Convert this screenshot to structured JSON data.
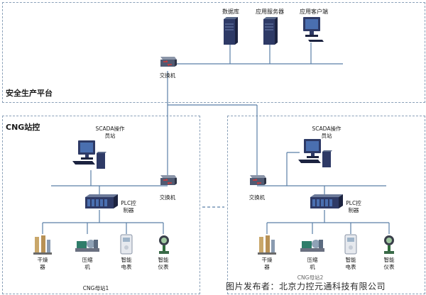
{
  "platform": {
    "title": "安全生产平台",
    "servers": [
      {
        "label": "数据库"
      },
      {
        "label": "应用服务器"
      },
      {
        "label": "应用客户端"
      }
    ],
    "switch_label": "交换机"
  },
  "station_left": {
    "title": "CNG站控",
    "scada_label_1": "SCADA操作",
    "scada_label_2": "员站",
    "switch_label": "交换机",
    "plc_label_1": "PLC控",
    "plc_label_2": "制器",
    "devices": [
      {
        "l1": "干燥",
        "l2": "器"
      },
      {
        "l1": "压缩",
        "l2": "机"
      },
      {
        "l1": "智能",
        "l2": "电表"
      },
      {
        "l1": "智能",
        "l2": "仪表"
      }
    ],
    "footer": "CNG母站1"
  },
  "station_right": {
    "scada_label_1": "SCADA操作",
    "scada_label_2": "员站",
    "switch_label": "交换机",
    "plc_label_1": "PLC控",
    "plc_label_2": "制器",
    "devices": [
      {
        "l1": "干燥",
        "l2": "器"
      },
      {
        "l1": "压缩",
        "l2": "机"
      },
      {
        "l1": "智能",
        "l2": "电表"
      },
      {
        "l1": "智能",
        "l2": "仪表"
      }
    ],
    "footer": "CNG母站2"
  },
  "watermark": "图片发布者：北京力控元通科技有限公司",
  "colors": {
    "zone_border": "#8aa0b8",
    "line": "#5a7fa6",
    "device_dark": "#2a3a66"
  }
}
